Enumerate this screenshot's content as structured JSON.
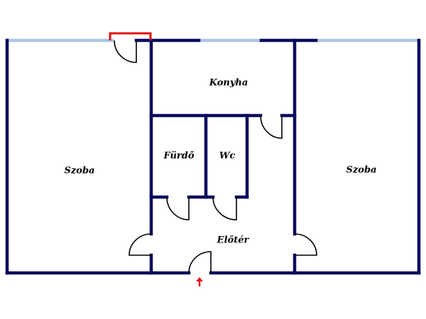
{
  "rooms": [
    {
      "id": "szoba-left",
      "label": "Szoba"
    },
    {
      "id": "konyha",
      "label": "Konyha"
    },
    {
      "id": "furdo",
      "label": "Fürdő"
    },
    {
      "id": "wc",
      "label": "Wc"
    },
    {
      "id": "eloter",
      "label": "Előtér"
    },
    {
      "id": "szoba-right",
      "label": "Szoba"
    }
  ],
  "colors": {
    "wall": "#0a0a5e",
    "window": "#a9c6e6",
    "door": "#000000",
    "entrance": "#e01010"
  },
  "icons": {
    "entrance": "entrance-arrow-icon"
  }
}
